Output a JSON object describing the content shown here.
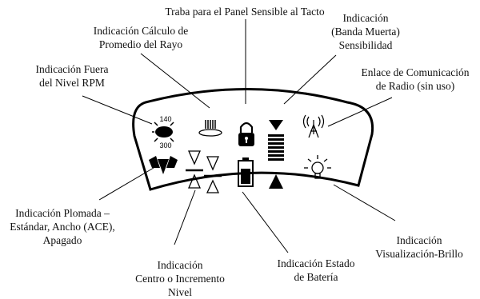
{
  "labels": {
    "traba": [
      "Traba para el Panel Sensible al Tacto"
    ],
    "calculo": [
      "Indicación Cálculo de",
      "Promedio del Rayo"
    ],
    "banda": [
      "Indicación",
      "(Banda Muerta)",
      "Sensibilidad"
    ],
    "fuera": [
      "Indicación Fuera",
      "del Nivel RPM"
    ],
    "radio": [
      "Enlace de Comunicación",
      "de Radio (sin uso)"
    ],
    "plomada": [
      "Indicación Plomada –",
      "Estándar, Ancho (ACE),",
      "Apagado"
    ],
    "brillo": [
      "Indicación",
      "Visualización-Brillo"
    ],
    "centro": [
      "Indicación",
      "Centro o Incremento",
      "Nivel"
    ],
    "bateria": [
      "Indicación Estado",
      "de Batería"
    ]
  },
  "icons": {
    "rpm_top": "140",
    "rpm_bottom": "300"
  }
}
